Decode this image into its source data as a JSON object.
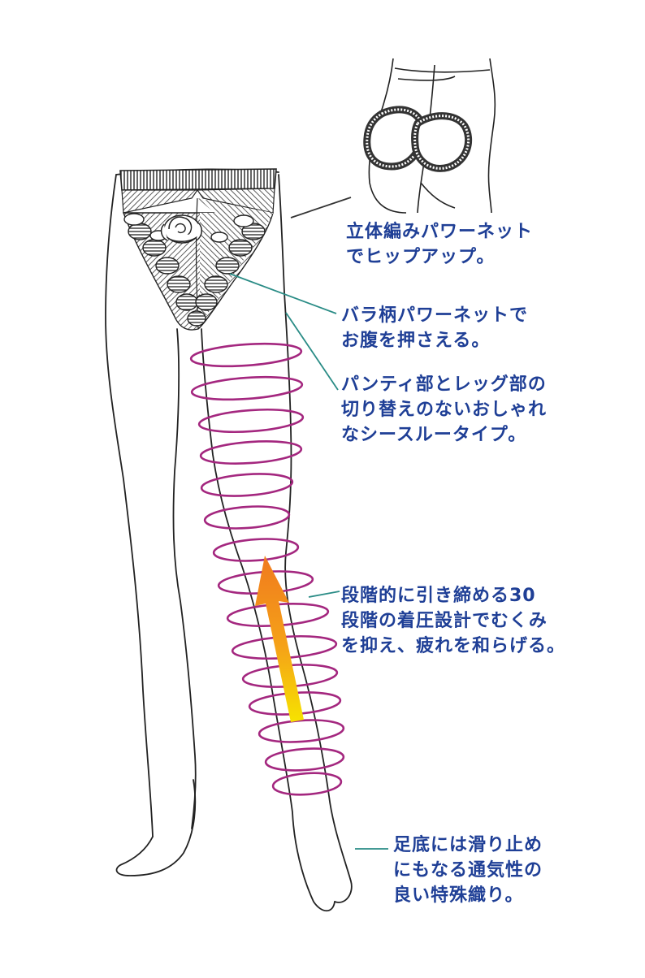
{
  "colors": {
    "annotation_text": "#1f3f96",
    "leader_line_teal": "#2a8c86",
    "leader_line_dark": "#333333",
    "compression_rings": "#a4277f",
    "arrow_top": "#f07a1e",
    "arrow_bottom": "#f6e300",
    "outline": "#222222"
  },
  "annotations": [
    {
      "id": "hip",
      "lines": [
        "立体編みパワーネット",
        "でヒップアップ。"
      ]
    },
    {
      "id": "tummy",
      "lines": [
        "バラ柄パワーネットで",
        "お腹を押さえる。"
      ]
    },
    {
      "id": "seamless",
      "lines": [
        "パンティ部とレッグ部の",
        "切り替えのないおしゃれ",
        "なシースルータイプ。"
      ]
    },
    {
      "id": "compression",
      "lines": [
        "段階的に引き締める30",
        "段階の着圧設計でむくみ",
        "を抑え、疲れを和らげる。"
      ]
    },
    {
      "id": "sole",
      "lines": [
        "足底には滑り止め",
        "にもなる通気性の",
        "良い特殊織り。"
      ]
    }
  ],
  "icons": {
    "tights": "tights-illustration-icon",
    "hip_detail": "hip-back-view-icon",
    "rose_panel": "rose-lace-panel-icon",
    "arrow": "upward-gradient-arrow-icon"
  }
}
